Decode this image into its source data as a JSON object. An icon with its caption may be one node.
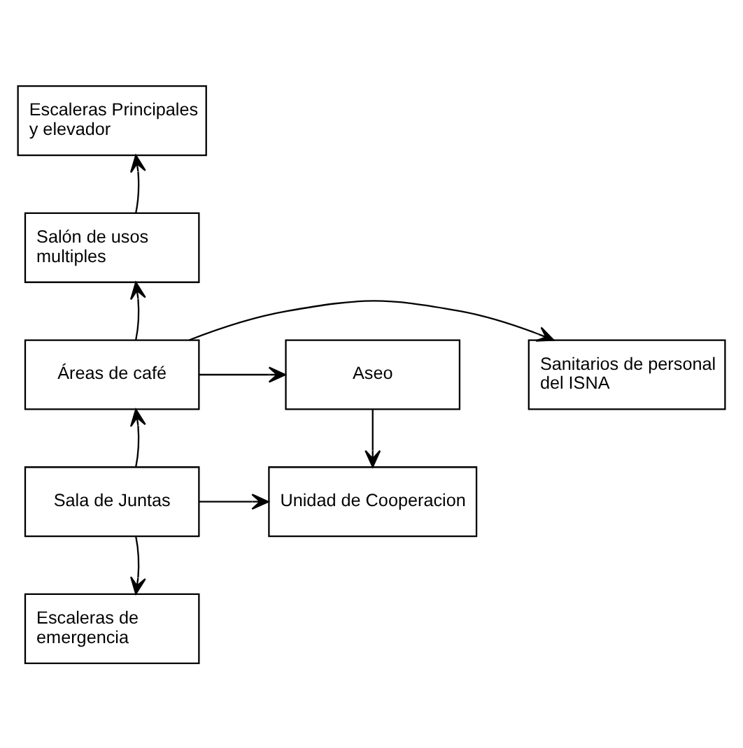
{
  "diagram": {
    "nodes": [
      {
        "text": [
          "Escaleras Principales y elevador"
        ]
      },
      {
        "text": [
          "Salón de usos multiples"
        ]
      },
      {
        "text": [
          "Aseo"
        ]
      },
      {
        "text": [
          "Áreas de café"
        ]
      },
      {
        "text": [
          "Sanitarios de personal del ISNA"
        ]
      },
      {
        "text": [
          "Unidad de Cooperacion"
        ]
      },
      {
        "text": [
          "Sala de Juntas"
        ]
      },
      {
        "text": [
          "Escaleras de emergencia"
        ]
      }
    ],
    "edges": [
      {
        "from": 1,
        "to": 0,
        "arrow": "to"
      },
      {
        "from": 3,
        "to": 1,
        "arrow": "to"
      },
      {
        "from": 3,
        "to": 2,
        "arrow": "to"
      },
      {
        "from": 3,
        "to": 4,
        "arrow": "to"
      },
      {
        "from": 2,
        "to": 5,
        "arrow": "to"
      },
      {
        "from": 6,
        "to": 3,
        "arrow": "to"
      },
      {
        "from": 6,
        "to": 5,
        "arrow": "to"
      },
      {
        "from": 6,
        "to": 7,
        "arrow": "to"
      }
    ]
  }
}
